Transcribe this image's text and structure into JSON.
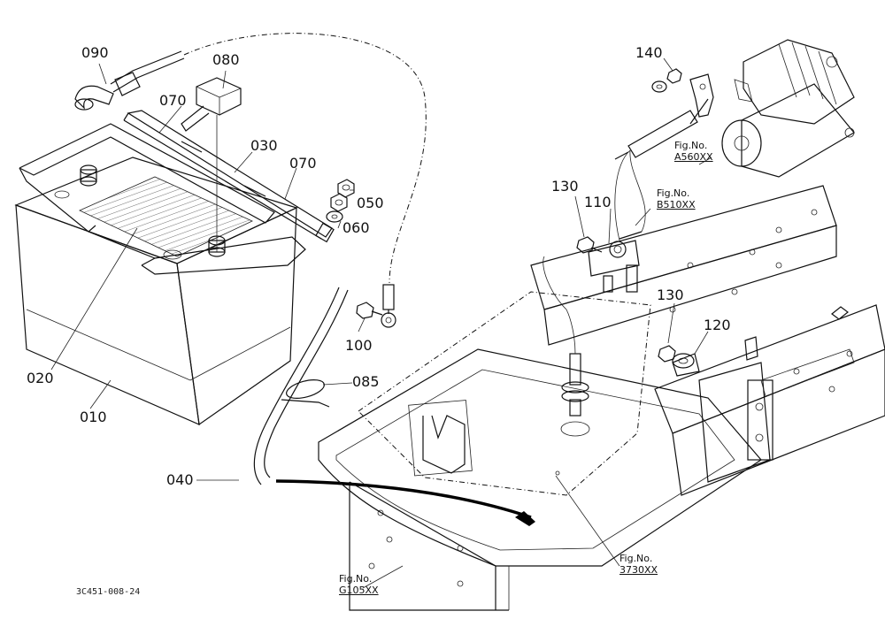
{
  "parts": {
    "p090": "090",
    "p080": "080",
    "p070a": "070",
    "p030": "030",
    "p070b": "070",
    "p050": "050",
    "p060": "060",
    "p020": "020",
    "p010": "010",
    "p100": "100",
    "p085": "085",
    "p040": "040",
    "p140": "140",
    "p130a": "130",
    "p110": "110",
    "p130b": "130",
    "p120": "120"
  },
  "fig_refs": {
    "a560": {
      "prefix": "Fig.No.",
      "number": "A560XX"
    },
    "b510": {
      "prefix": "Fig.No.",
      "number": "B510XX"
    },
    "r3730": {
      "prefix": "Fig.No.",
      "number": "3730XX"
    },
    "g105": {
      "prefix": "Fig.No.",
      "number": "G105XX"
    }
  },
  "drawing_code": "3C451-008-24"
}
